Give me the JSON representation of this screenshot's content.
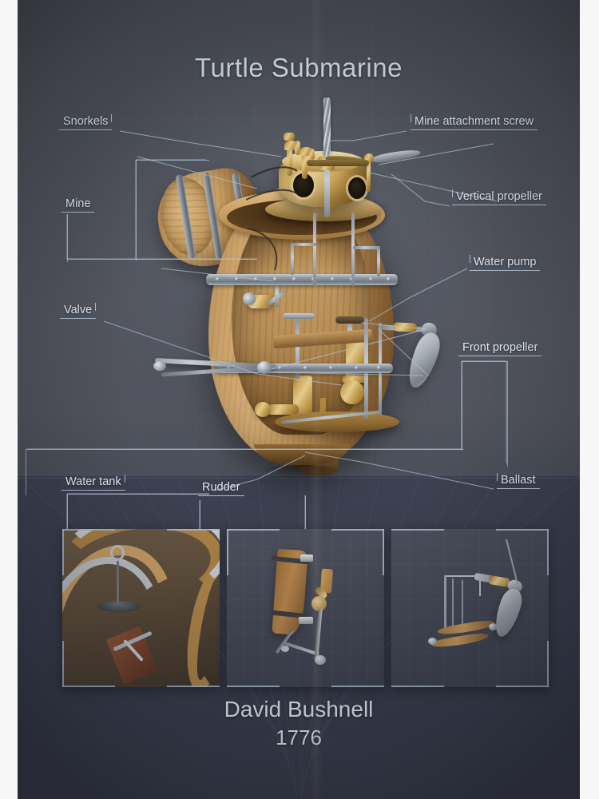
{
  "poster": {
    "title": "Turtle Submarine",
    "author": "David Bushnell",
    "year": "1776",
    "accent_line_color": "#a9bacd",
    "text_color": "#e6eef7",
    "background_top_color": "#4b4e56",
    "background_floor_color": "#3a3e4d"
  },
  "callouts": [
    {
      "id": "snorkels",
      "label": "Snorkels",
      "tick_side": "right"
    },
    {
      "id": "mine-attachment-screw",
      "label": "Mine attachment screw",
      "tick_side": "left"
    },
    {
      "id": "vertical-propeller",
      "label": "Vertical propeller",
      "tick_side": "left"
    },
    {
      "id": "mine",
      "label": "Mine",
      "tick_side": "none"
    },
    {
      "id": "water-pump",
      "label": "Water pump",
      "tick_side": "left"
    },
    {
      "id": "valve",
      "label": "Valve",
      "tick_side": "right"
    },
    {
      "id": "front-propeller",
      "label": "Front propeller",
      "tick_side": "none"
    },
    {
      "id": "water-tank",
      "label": "Water tank",
      "tick_side": "right"
    },
    {
      "id": "rudder",
      "label": "Rudder",
      "tick_side": "none"
    },
    {
      "id": "ballast",
      "label": "Ballast",
      "tick_side": "left"
    }
  ],
  "detail_panels": [
    {
      "id": "detail-valve-interior",
      "caption": ""
    },
    {
      "id": "detail-rudder-and-crank",
      "caption": ""
    },
    {
      "id": "detail-front-propeller-assembly",
      "caption": ""
    }
  ]
}
